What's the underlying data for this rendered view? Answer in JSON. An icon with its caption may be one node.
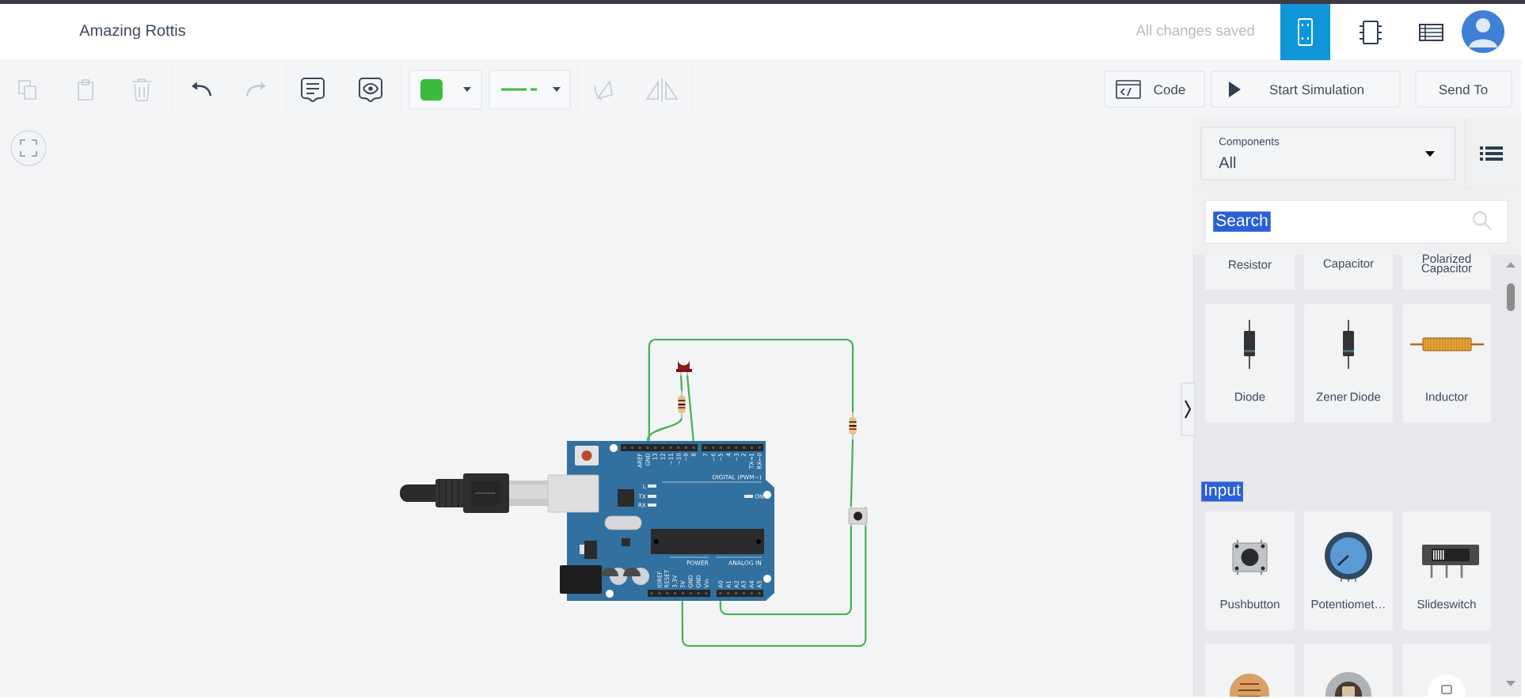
{
  "diagram": {
    "nodes": [
      {
        "text": [],
        "shape": "picture"
      },
      {
        "text": [],
        "shape": "picture"
      },
      {
        "text": [],
        "shape": "picture"
      },
      {
        "text": [],
        "shape": "picture"
      },
      {
        "text": [],
        "shape": "picture"
      }
    ],
    "edges": [
      {
        "from": 0,
        "to": 2,
        "arrow": "none"
      },
      {
        "from": 2,
        "to": 1,
        "arrow": "none"
      },
      {
        "from": 1,
        "to": 0,
        "arrow": "none"
      },
      {
        "from": 0,
        "to": 3,
        "arrow": "none"
      },
      {
        "from": 3,
        "to": 4,
        "arrow": "none"
      },
      {
        "from": 4,
        "to": 0,
        "arrow": "none"
      },
      {
        "from": 4,
        "to": 0,
        "arrow": "none"
      }
    ],
    "labels": [
      "Amazing Rottis",
      "All changes saved",
      "Code",
      "Start Simulation",
      "Send To",
      "Components",
      "All",
      "Search",
      "AREF",
      "GND",
      "13",
      "12",
      "~11",
      "~10",
      "~9",
      "8",
      "7",
      "~6",
      "~5",
      "4",
      "~3",
      "2",
      "TX→1",
      "RX←0",
      "DIGITAL (PWM~)",
      "L",
      "TX",
      "RX",
      "ON",
      "POWER",
      "ANALOG IN",
      "IOREF",
      "RESET",
      "3.3V",
      "5V",
      "GND",
      "GND",
      "Vin",
      "A0",
      "A1",
      "A2",
      "A3",
      "A4",
      "A5",
      "Resistor",
      "Capacitor",
      "Polarized Capacitor",
      "Diode",
      "Zener Diode",
      "Inductor",
      "Input",
      "Pushbutton",
      "Potentiomet…",
      "Slideswitch"
    ]
  }
}
